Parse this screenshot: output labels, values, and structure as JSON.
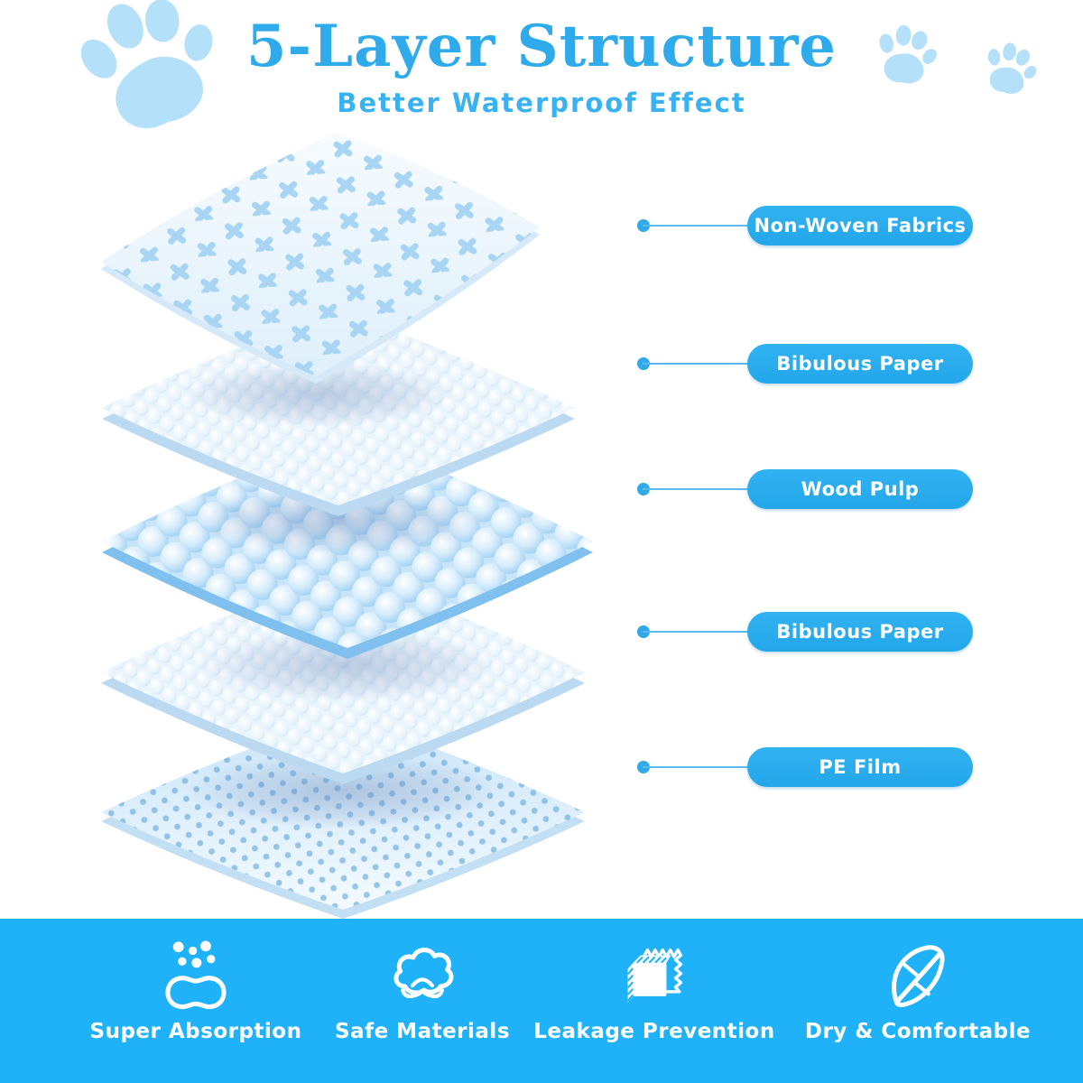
{
  "page": {
    "title": "5-Layer Structure",
    "subtitle": "Better Waterproof Effect"
  },
  "colors": {
    "title_blue": "#2FABEC",
    "label_pill_blue": "#29ABEB",
    "bottom_bar_blue": "#1FB2F8",
    "paw_light_blue": "#B5E0FA",
    "layer_light_blue": "#CDE7F9"
  },
  "decor": {
    "paw_icon": "paw-print-icon",
    "paw_count": 3
  },
  "layer_callouts": [
    {
      "label": "Non-Woven Fabrics"
    },
    {
      "label": "Bibulous Paper"
    },
    {
      "label": "Wood Pulp"
    },
    {
      "label": "Bibulous Paper"
    },
    {
      "label": "PE Film"
    }
  ],
  "features": [
    {
      "label": "Super Absorption",
      "icon": "sponge-water-drops-icon"
    },
    {
      "label": "Safe Materials",
      "icon": "cotton-flower-icon"
    },
    {
      "label": "Leakage Prevention",
      "icon": "fabric-swatch-icon"
    },
    {
      "label": "Dry & Comfortable",
      "icon": "leaf-icon"
    }
  ]
}
